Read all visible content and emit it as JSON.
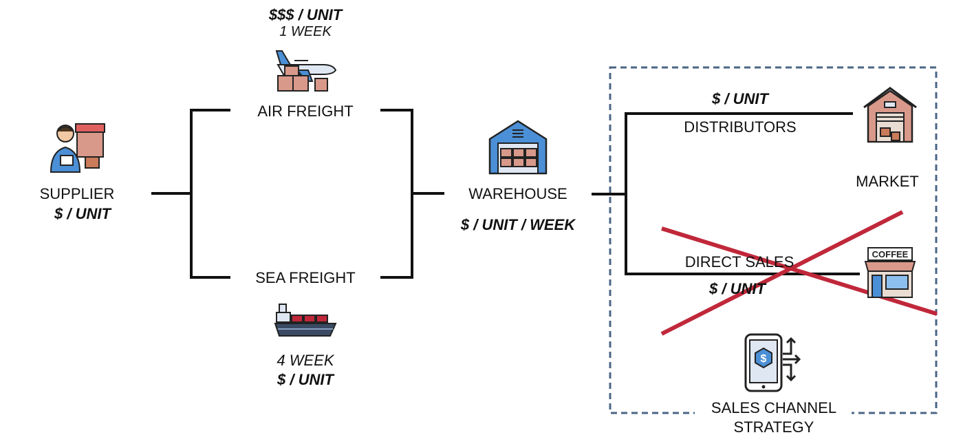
{
  "supplier": {
    "label": "SUPPLIER",
    "cost": "$ / UNIT"
  },
  "air_freight": {
    "cost": "$$$ / UNIT",
    "time": "1 WEEK",
    "label": "AIR FREIGHT"
  },
  "sea_freight": {
    "label": "SEA FREIGHT",
    "time": "4 WEEK",
    "cost": "$ / UNIT"
  },
  "warehouse": {
    "label": "WAREHOUSE",
    "cost": "$ / UNIT / WEEK"
  },
  "distributors": {
    "cost": "$ / UNIT",
    "label": "DISTRIBUTORS"
  },
  "market": {
    "label": "MARKET"
  },
  "direct_sales": {
    "label": "DIRECT SALES",
    "cost": "$ / UNIT",
    "coffee_sign": "COFFEE"
  },
  "sales_channel": {
    "line1": "SALES CHANNEL",
    "line2": "STRATEGY"
  },
  "colors": {
    "line": "#111111",
    "dash_box": "#4a6585",
    "cross": "#c0283a",
    "blue": "#4b8fd6",
    "brick": "#d9998a"
  }
}
